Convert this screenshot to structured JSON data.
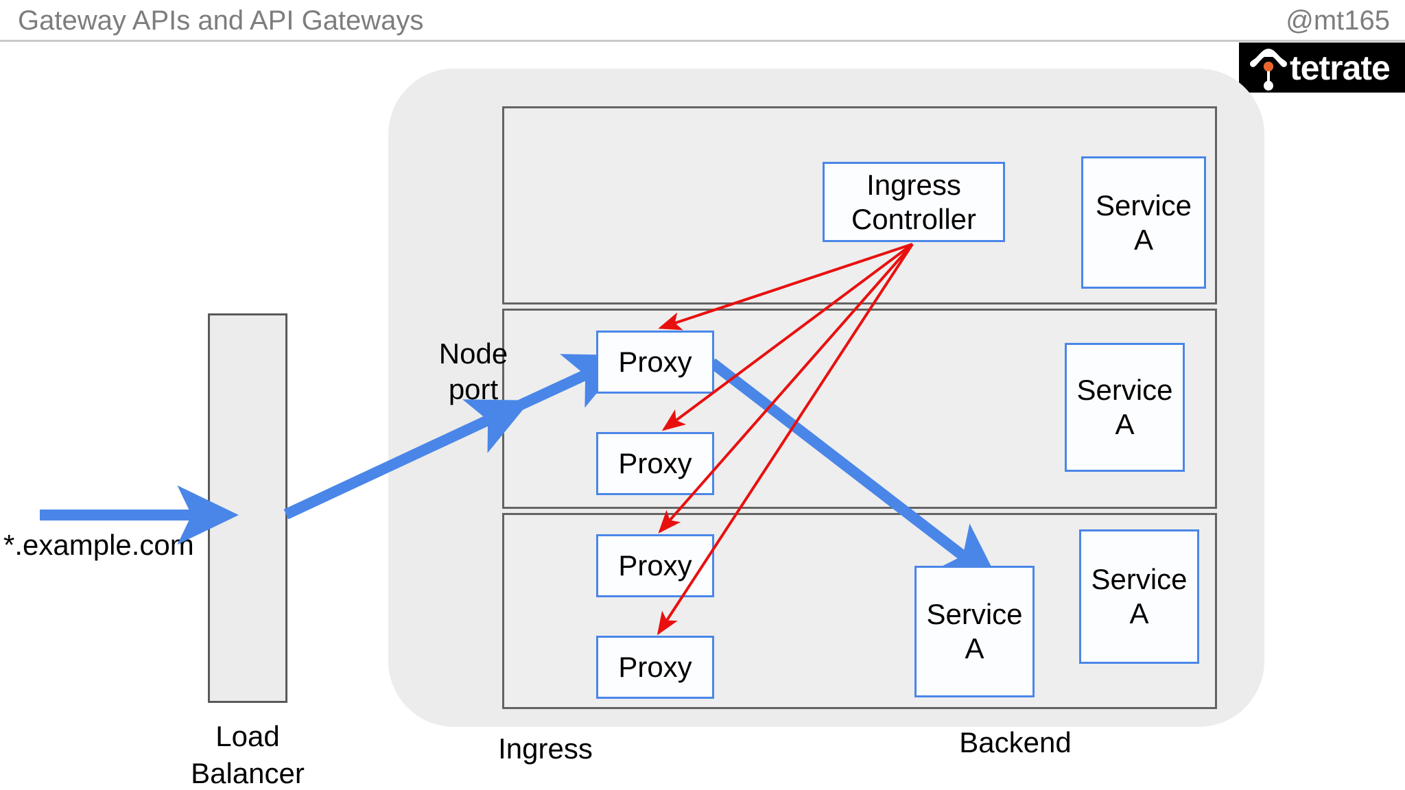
{
  "header": {
    "title": "Gateway APIs and API Gateways",
    "handle": "@mt165",
    "logo_word": "tetrate",
    "logo_icon": "tetrate-mark-icon"
  },
  "colors": {
    "accent_blue": "#4a86e8",
    "arrow_red": "#e8100f",
    "panel_border": "#636363",
    "cluster_bg": "#ececec",
    "header_text": "#7d7d7d",
    "logo_bg": "#000000",
    "logo_dot": "#e8642a"
  },
  "diagram": {
    "type": "architecture-diagram",
    "entry_label": "*.example.com",
    "nodeport_label": "Node\nport",
    "load_balancer_label": "Load\nBalancer",
    "zone_labels": {
      "ingress": "Ingress",
      "backend": "Backend"
    },
    "nodes": [
      {
        "id": "node-1",
        "boxes": [
          {
            "id": "ingress-controller",
            "label": "Ingress\nController",
            "kind": "controller"
          },
          {
            "id": "svc-a-1",
            "label": "Service\nA",
            "kind": "service"
          }
        ]
      },
      {
        "id": "node-2",
        "boxes": [
          {
            "id": "proxy-1",
            "label": "Proxy",
            "kind": "proxy"
          },
          {
            "id": "proxy-2",
            "label": "Proxy",
            "kind": "proxy"
          },
          {
            "id": "svc-a-2",
            "label": "Service\nA",
            "kind": "service"
          }
        ]
      },
      {
        "id": "node-3",
        "boxes": [
          {
            "id": "proxy-3",
            "label": "Proxy",
            "kind": "proxy"
          },
          {
            "id": "proxy-4",
            "label": "Proxy",
            "kind": "proxy"
          },
          {
            "id": "svc-a-3",
            "label": "Service\nA",
            "kind": "service"
          },
          {
            "id": "svc-a-4",
            "label": "Service\nA",
            "kind": "service"
          }
        ]
      }
    ],
    "connections": [
      {
        "from": "client",
        "to": "load-balancer",
        "color": "#4a86e8",
        "style": "thick"
      },
      {
        "from": "load-balancer",
        "to": "proxy-1",
        "color": "#4a86e8",
        "style": "thick",
        "via": "nodeport"
      },
      {
        "from": "proxy-1",
        "to": "svc-a-3",
        "color": "#4a86e8",
        "style": "thick"
      },
      {
        "from": "ingress-controller",
        "to": "proxy-1",
        "color": "#e8100f",
        "style": "thin"
      },
      {
        "from": "ingress-controller",
        "to": "proxy-2",
        "color": "#e8100f",
        "style": "thin"
      },
      {
        "from": "ingress-controller",
        "to": "proxy-3",
        "color": "#e8100f",
        "style": "thin"
      },
      {
        "from": "ingress-controller",
        "to": "proxy-4",
        "color": "#e8100f",
        "style": "thin"
      }
    ]
  }
}
